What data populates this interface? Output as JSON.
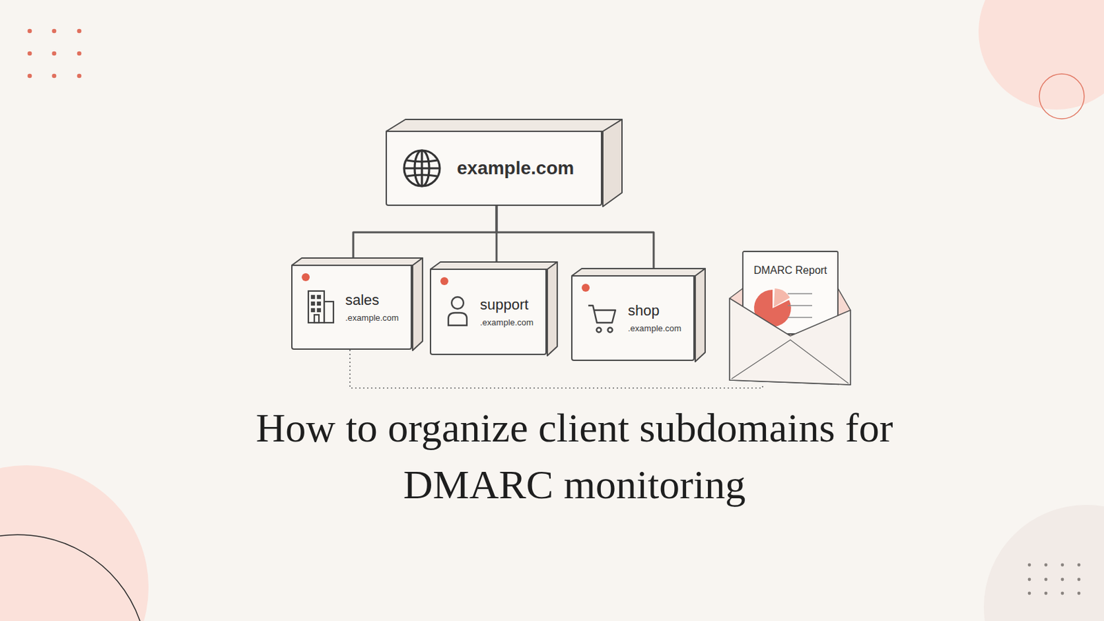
{
  "diagram": {
    "title": "How to organize client subdomains for DMARC monitoring",
    "nodes": [
      {
        "text": [
          "example.com"
        ]
      },
      {
        "text": [
          "sales",
          ".example.com"
        ]
      },
      {
        "text": [
          "support",
          ".example.com"
        ]
      },
      {
        "text": [
          "shop",
          ".example.com"
        ]
      },
      {
        "text": [
          "DMARC Report"
        ]
      }
    ],
    "edges": [
      {
        "from": 0,
        "to": 1,
        "arrow": "none"
      },
      {
        "from": 0,
        "to": 2,
        "arrow": "none"
      },
      {
        "from": 0,
        "to": 3,
        "arrow": "none"
      },
      {
        "from": 1,
        "to": 4,
        "arrow": "none"
      }
    ]
  }
}
